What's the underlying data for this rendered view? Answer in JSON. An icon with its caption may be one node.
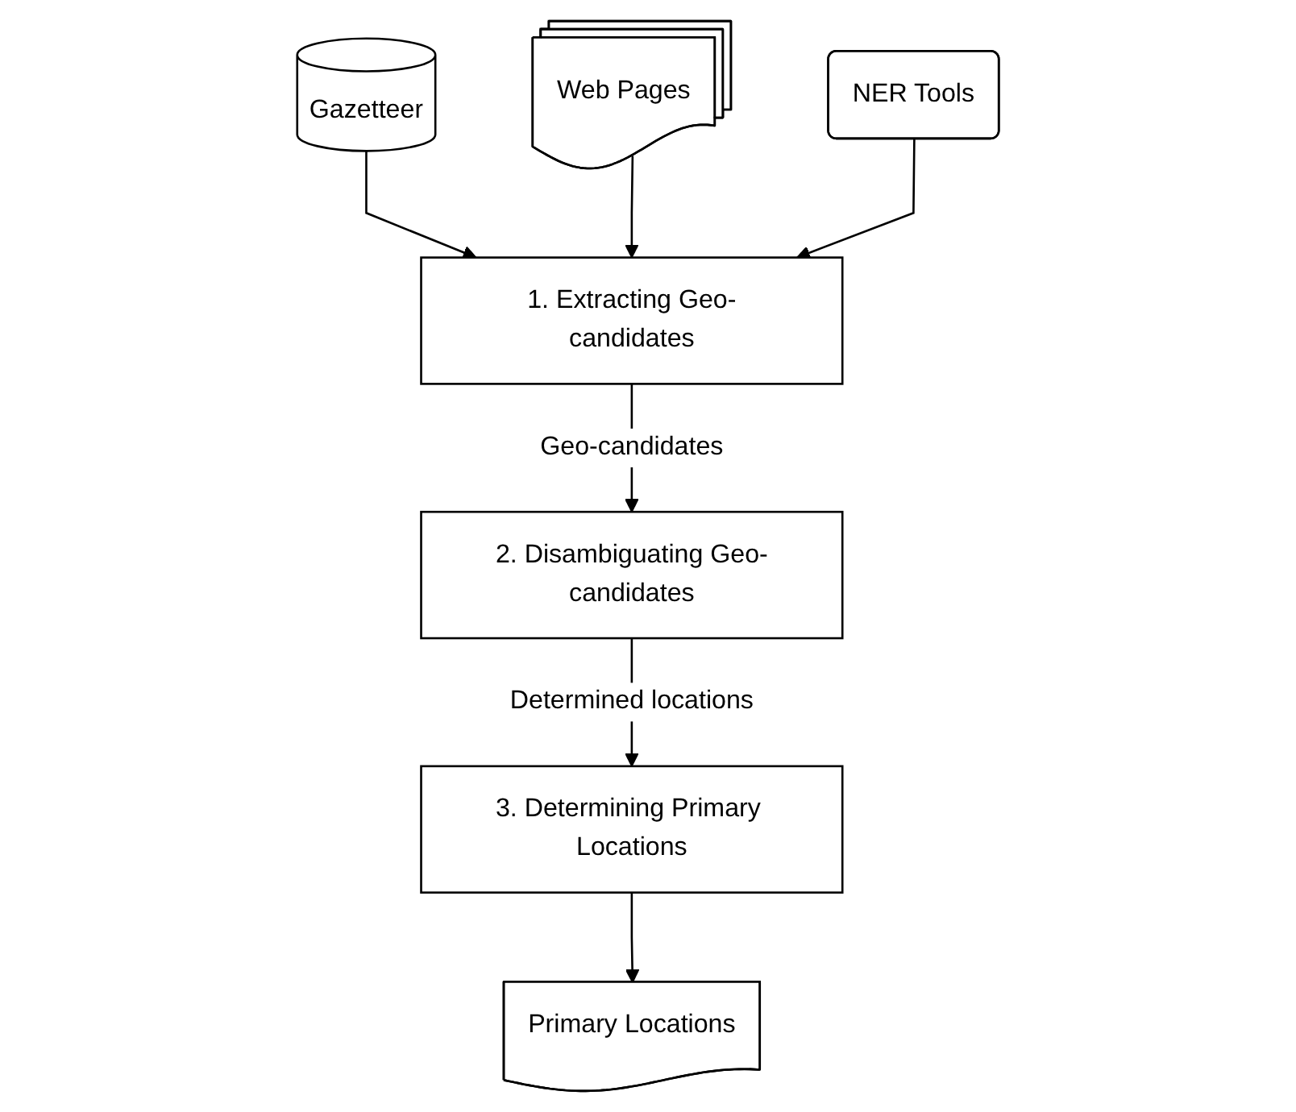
{
  "diagram": {
    "nodes": [
      {
        "text": [
          "Gazetteer"
        ]
      },
      {
        "text": [
          "Web Pages"
        ]
      },
      {
        "text": [
          "NER Tools"
        ]
      },
      {
        "text": [
          "1. Extracting Geo-candidates"
        ]
      },
      {
        "text": [
          "2. Disambiguating Geo-candidates"
        ]
      },
      {
        "text": [
          "3. Determining Primary Locations"
        ]
      },
      {
        "text": [
          "Primary Locations"
        ]
      }
    ],
    "edges": [
      {
        "from": 0,
        "to": 3,
        "arrow": "to"
      },
      {
        "from": 1,
        "to": 3,
        "arrow": "to"
      },
      {
        "from": 2,
        "to": 3,
        "arrow": "to"
      },
      {
        "from": 3,
        "to": 4,
        "arrow": "to",
        "label": "Geo-candidates"
      },
      {
        "from": 4,
        "to": 5,
        "arrow": "to",
        "label": "Determined locations"
      },
      {
        "from": 5,
        "to": 6,
        "arrow": "to"
      }
    ]
  }
}
